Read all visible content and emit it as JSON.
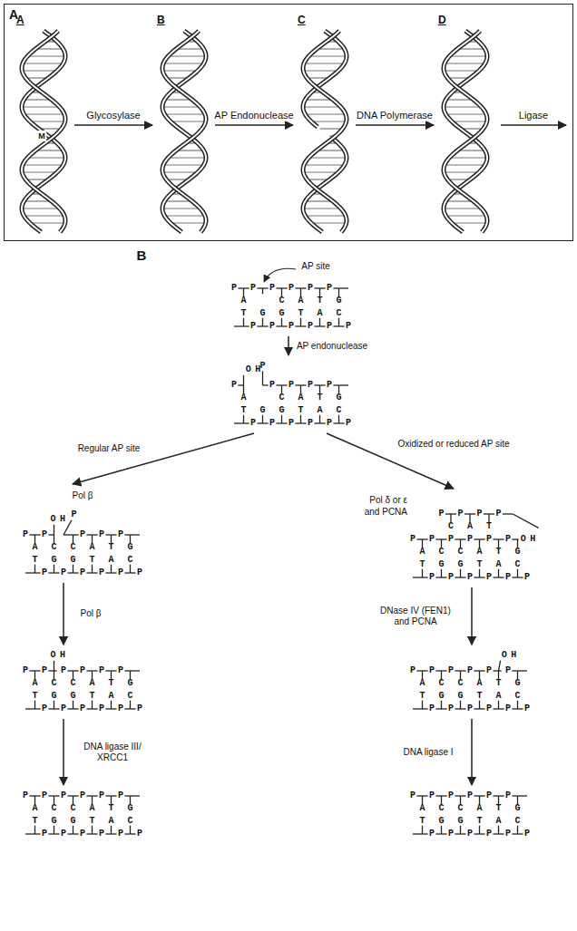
{
  "diagram": {
    "nodes": [
      {
        "text": [
          "A"
        ]
      },
      {
        "text": [
          "A"
        ],
        "in": 0
      },
      {
        "text": [
          "B"
        ],
        "in": 0
      },
      {
        "text": [
          "C"
        ],
        "in": 0
      },
      {
        "text": [
          "D"
        ],
        "in": 0
      },
      {
        "text": [
          "P P P P P P",
          "A",
          "C A T G",
          "T G G T A C",
          "P P P P P P"
        ]
      },
      {
        "text": [
          "P",
          "OH",
          "A",
          "P",
          "P P P P",
          "C A T G",
          "T G G T A C",
          "P P P P P P"
        ]
      },
      {
        "text": [
          "Pol β",
          "P P",
          "OH",
          "P",
          "P P P",
          "A C C A T G",
          "T G G T A C",
          "P P P P P P"
        ]
      },
      {
        "text": [
          "P P",
          "OH",
          "P P P P",
          "A C C A T G",
          "T G G T A C",
          "P P P P P P"
        ]
      },
      {
        "text": [
          "P P P P P P",
          "A C C A T G",
          "T G G T A C",
          "P P P P P P"
        ]
      },
      {
        "text": [
          "Pol δ or ε and PCNA",
          "P P P P",
          "C A T",
          "P P P P P P",
          "OH",
          "A C C A T G",
          "T G G T A C",
          "P P P P P P"
        ]
      },
      {
        "text": [
          "P P P P P",
          "OH",
          "P",
          "A C C A T G",
          "T G G T A C",
          "P P P P P P"
        ]
      },
      {
        "text": [
          "P P P P P P",
          "A C C A T G",
          "T G G T A C",
          "P P P P P P"
        ]
      }
    ],
    "edges": [
      {
        "from": 1,
        "to": 2,
        "arrow": "to",
        "label": "Glycosylase"
      },
      {
        "from": 2,
        "to": 3,
        "arrow": "to",
        "label": "AP Endonuclease"
      },
      {
        "from": 3,
        "to": 4,
        "arrow": "to",
        "label": "DNA Polymerase"
      },
      {
        "from": 5,
        "to": 6,
        "arrow": "to",
        "label": "AP endonuclease"
      },
      {
        "from": 6,
        "to": 7,
        "arrow": "to",
        "label": "Regular AP site"
      },
      {
        "from": 7,
        "to": 8,
        "arrow": "to",
        "label": "Pol β"
      },
      {
        "from": 8,
        "to": 9,
        "arrow": "to",
        "label": "DNA ligase III/ XRCC1"
      },
      {
        "from": 6,
        "to": 10,
        "arrow": "to",
        "label": "Oxidized or reduced AP site"
      },
      {
        "from": 10,
        "to": 11,
        "arrow": "to",
        "label": "DNase IV (FEN1) and PCNA"
      },
      {
        "from": 11,
        "to": 12,
        "arrow": "to",
        "label": "DNA ligase I"
      }
    ],
    "labels": [
      "M",
      "Ligase",
      "B",
      "AP site"
    ]
  }
}
